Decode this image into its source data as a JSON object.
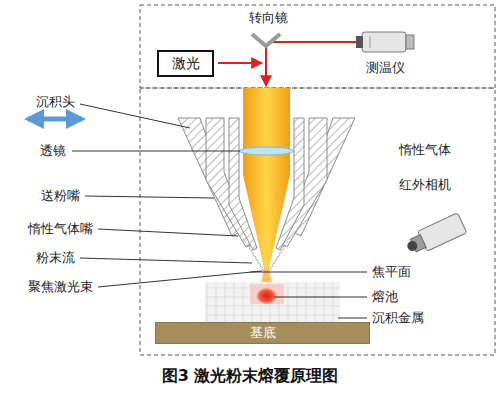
{
  "diagram": {
    "caption": "图3 激光粉末熔覆原理图",
    "nodes": [
      {
        "text": [
          "激光"
        ]
      },
      {
        "text": [
          "基底"
        ]
      }
    ],
    "labels": [
      "转向镜",
      "测温仪",
      "沉积头",
      "透镜",
      "惰性气体",
      "送粉嘴",
      "红外相机",
      "惰性气体嘴",
      "粉末流",
      "焦平面",
      "聚焦激光束",
      "熔池",
      "沉积金属"
    ]
  }
}
